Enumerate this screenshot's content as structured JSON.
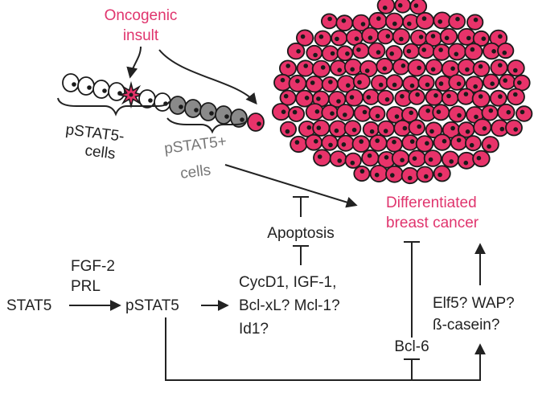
{
  "colors": {
    "accent": "#e0356e",
    "cell_pink": "#e8336a",
    "cell_grey": "#8a8a8a",
    "text": "#222222",
    "text_grey": "#777777"
  },
  "labels": {
    "oncogenic_line1": "Oncogenic",
    "oncogenic_line2": "insult",
    "pstat5_neg_line1": "pSTAT5-",
    "pstat5_neg_line2": "cells",
    "pstat5_pos_line1": "pSTAT5+",
    "pstat5_pos_line2": "cells",
    "differentiated_line1": "Differentiated",
    "differentiated_line2": "breast cancer",
    "apoptosis": "Apoptosis",
    "fgf2": "FGF-2",
    "prl": "PRL",
    "stat5": "STAT5",
    "pstat5": "pSTAT5",
    "targets_line1": "CycD1, IGF-1,",
    "targets_line2": "Bcl-xL? Mcl-1?",
    "targets_line3": "Id1?",
    "bcl6": "Bcl-6",
    "markers_line1": "Elf5? WAP?",
    "markers_line2": "ß-casein?"
  }
}
